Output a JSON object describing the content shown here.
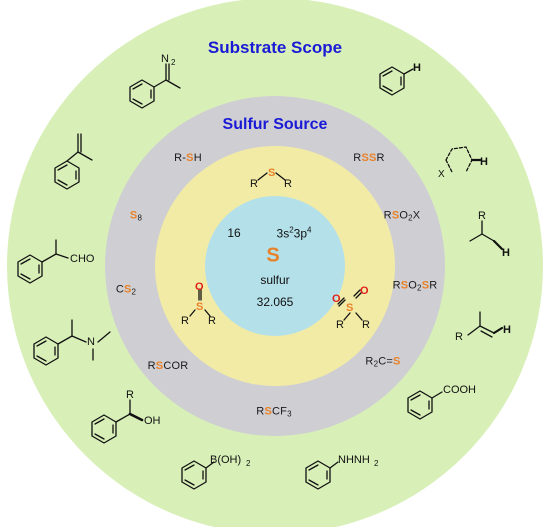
{
  "title": "Substrate Scope",
  "inner_title": "Sulfur Source",
  "element": {
    "atomic_number": "16",
    "config_base": "3s",
    "config_sup1": "2",
    "config_mid": "3p",
    "config_sup2": "4",
    "symbol": "S",
    "name": "sulfur",
    "mass": "32.065"
  },
  "sulfur_sources": {
    "rsh": [
      "R-",
      "S",
      "H"
    ],
    "rssr": [
      "R",
      "SS",
      "R"
    ],
    "s8": [
      "S",
      "8"
    ],
    "rso2x": [
      "R",
      "S",
      "O",
      "2",
      "X"
    ],
    "cs2": [
      "C",
      "S",
      "2"
    ],
    "rso2sr": [
      "R",
      "S",
      "O",
      "2",
      "S",
      "R"
    ],
    "rscor": [
      "R",
      "S",
      "COR"
    ],
    "r2cs": [
      "R",
      "2",
      "C=",
      "S"
    ],
    "rscf3": [
      "R",
      "S",
      "CF",
      "3"
    ]
  },
  "structure_labels": {
    "sulfide": [
      "S",
      "R",
      "R"
    ],
    "sulfoxide": [
      "S",
      "O",
      "R",
      "R"
    ],
    "sulfone": [
      "S",
      "O",
      "O",
      "R",
      "R"
    ]
  },
  "substrate_labels": {
    "diazo": [
      "N",
      "2"
    ],
    "arene_h": "H",
    "hetero_x": "X",
    "hetero_h": "H",
    "alkyl_r": "R",
    "alkyl_h": "H",
    "alkene_r": "R",
    "alkene_h": "H",
    "aldehyde": "CHO",
    "amine": "N",
    "acid": "COOH",
    "alcohol_r": "R",
    "alcohol_oh": "OH",
    "boronic": [
      "B(OH)",
      "2"
    ],
    "hydrazine": [
      "NHNH",
      "2"
    ]
  },
  "colors": {
    "outer_ring": "#d8f0b8",
    "middle_ring": "#cfcfd3",
    "inner_ring": "#f2eba6",
    "core": "#b4e0ea",
    "title_blue": "#1a1ad6",
    "sulfur_orange": "#e8822a",
    "oxygen_red": "#e0201c"
  }
}
